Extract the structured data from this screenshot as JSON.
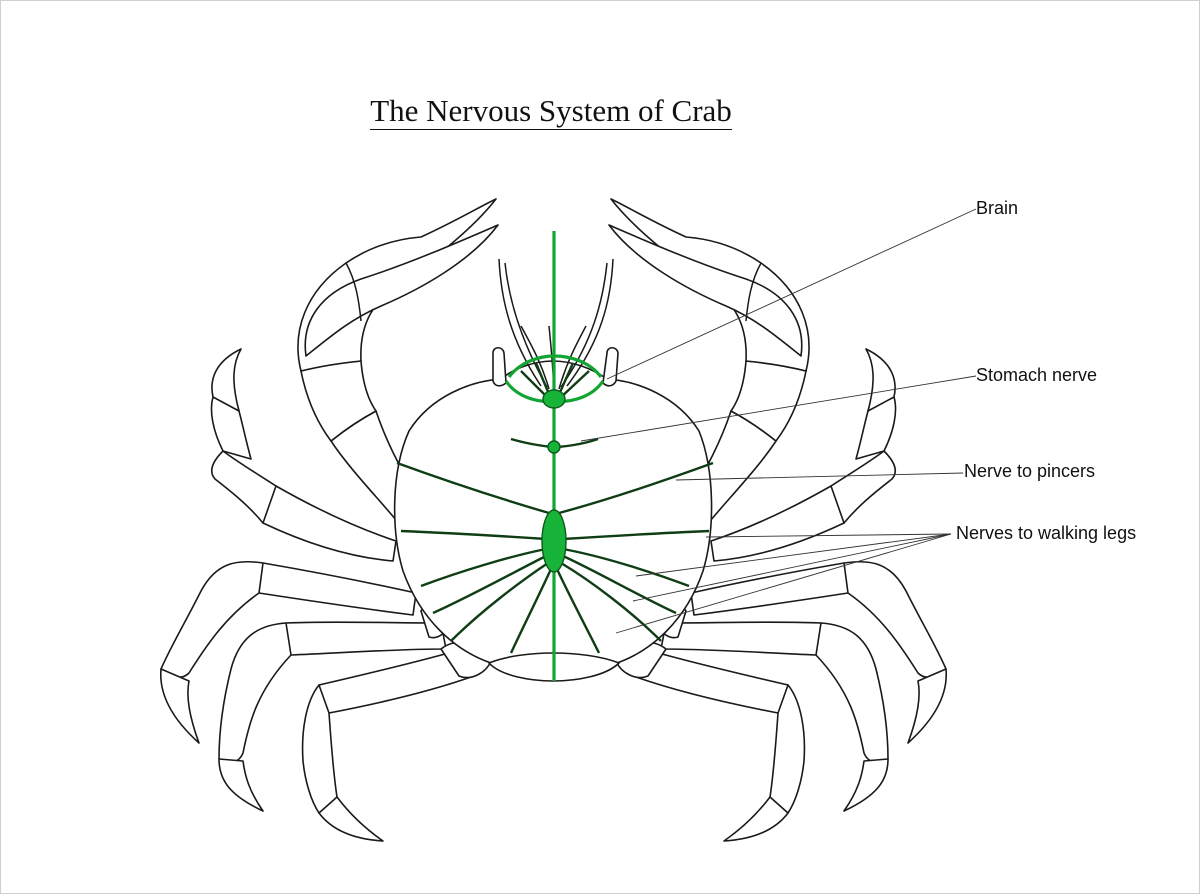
{
  "title": "The Nervous System of Crab",
  "labels": {
    "brain": "Brain",
    "stomach_nerve": "Stomach nerve",
    "nerve_to_pincers": "Nerve to pincers",
    "nerves_to_walking_legs": "Nerves to walking legs"
  },
  "colors": {
    "nerve_cord": "#18b43a",
    "outline": "#1a1a1a",
    "background": "#ffffff"
  }
}
